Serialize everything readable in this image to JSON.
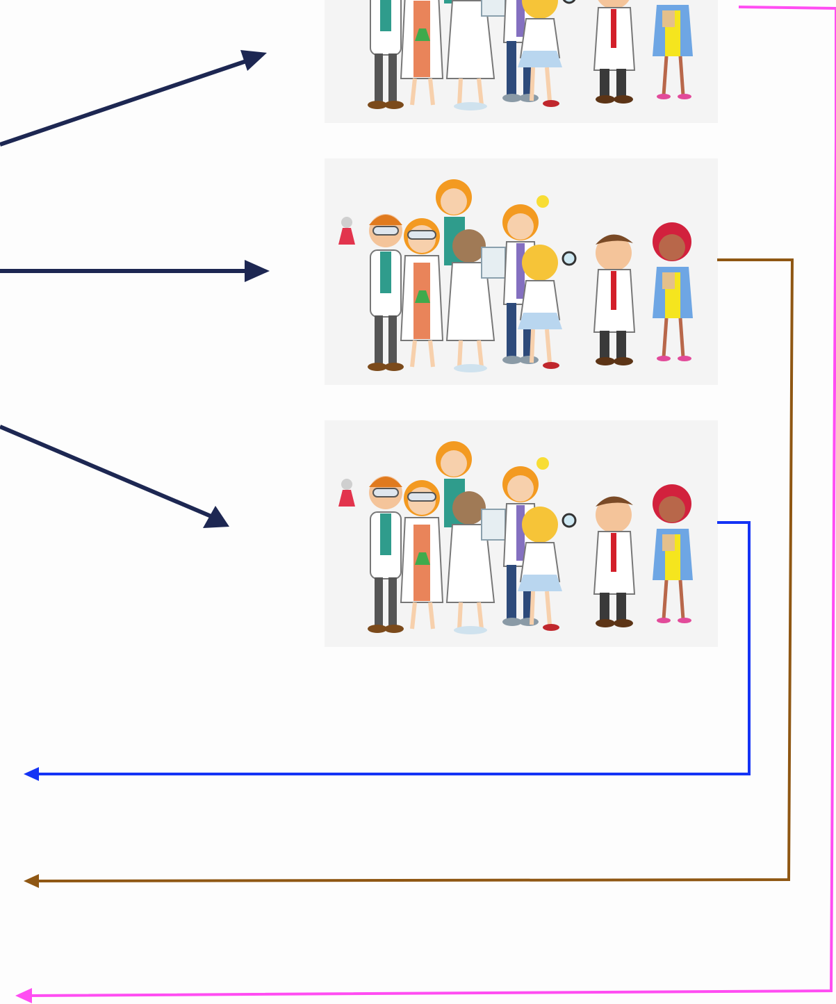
{
  "diagram": {
    "colors": {
      "background": "#fdfdfd",
      "card": "#f4f4f4",
      "navy_arrow": "#1d2752",
      "blue_connector": "#1433f5",
      "brown_connector": "#8f5713",
      "magenta_connector": "#ff4df2"
    },
    "image_panels": [
      {
        "id": "panel-top",
        "content": "group-of-scientists-illustration",
        "clipped": true
      },
      {
        "id": "panel-middle",
        "content": "group-of-scientists-illustration"
      },
      {
        "id": "panel-bottom",
        "content": "group-of-scientists-illustration"
      }
    ],
    "arrows": [
      {
        "id": "arrow-to-top-panel",
        "color": "navy",
        "direction": "up-right"
      },
      {
        "id": "arrow-to-middle-panel",
        "color": "navy",
        "direction": "right"
      },
      {
        "id": "arrow-to-bottom-panel",
        "color": "navy",
        "direction": "down-right"
      }
    ],
    "connectors": [
      {
        "id": "connector-blue",
        "from": "panel-bottom",
        "color": "blue"
      },
      {
        "id": "connector-brown",
        "from": "panel-middle",
        "color": "brown"
      },
      {
        "id": "connector-magenta",
        "from": "panel-top",
        "color": "magenta"
      }
    ]
  }
}
